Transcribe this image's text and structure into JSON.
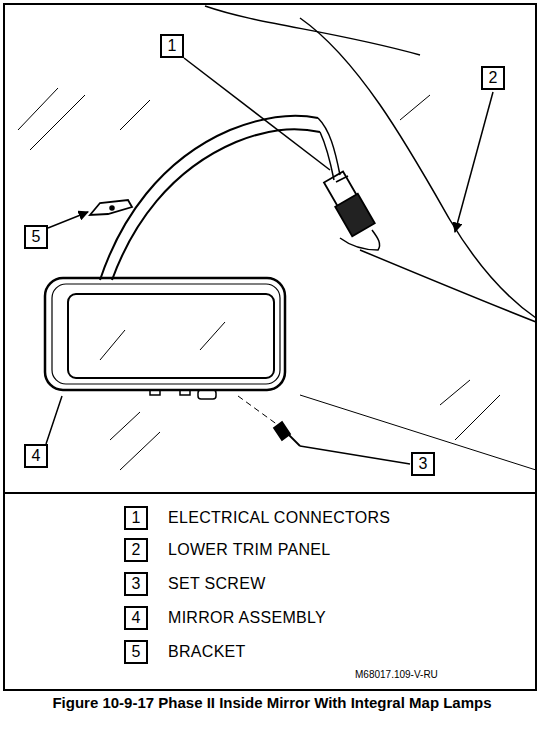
{
  "diagram": {
    "caption": "Figure 10-9-17 Phase II Inside Mirror With Integral Map Lamps",
    "nodes": [
      {
        "text": [
          "1"
        ]
      },
      {
        "text": [
          "2"
        ]
      },
      {
        "text": [
          "5"
        ]
      },
      {
        "text": [
          "4"
        ]
      },
      {
        "text": [
          "3"
        ]
      },
      {
        "text": [
          "1"
        ]
      },
      {
        "text": [
          "2"
        ]
      },
      {
        "text": [
          "3"
        ]
      },
      {
        "text": [
          "4"
        ]
      },
      {
        "text": [
          "5"
        ]
      }
    ],
    "labels": [
      "ELECTRICAL CONNECTORS",
      "LOWER TRIM PANEL",
      "SET SCREW",
      "MIRROR ASSEMBLY",
      "BRACKET",
      "M68017.109-V-RU"
    ]
  }
}
